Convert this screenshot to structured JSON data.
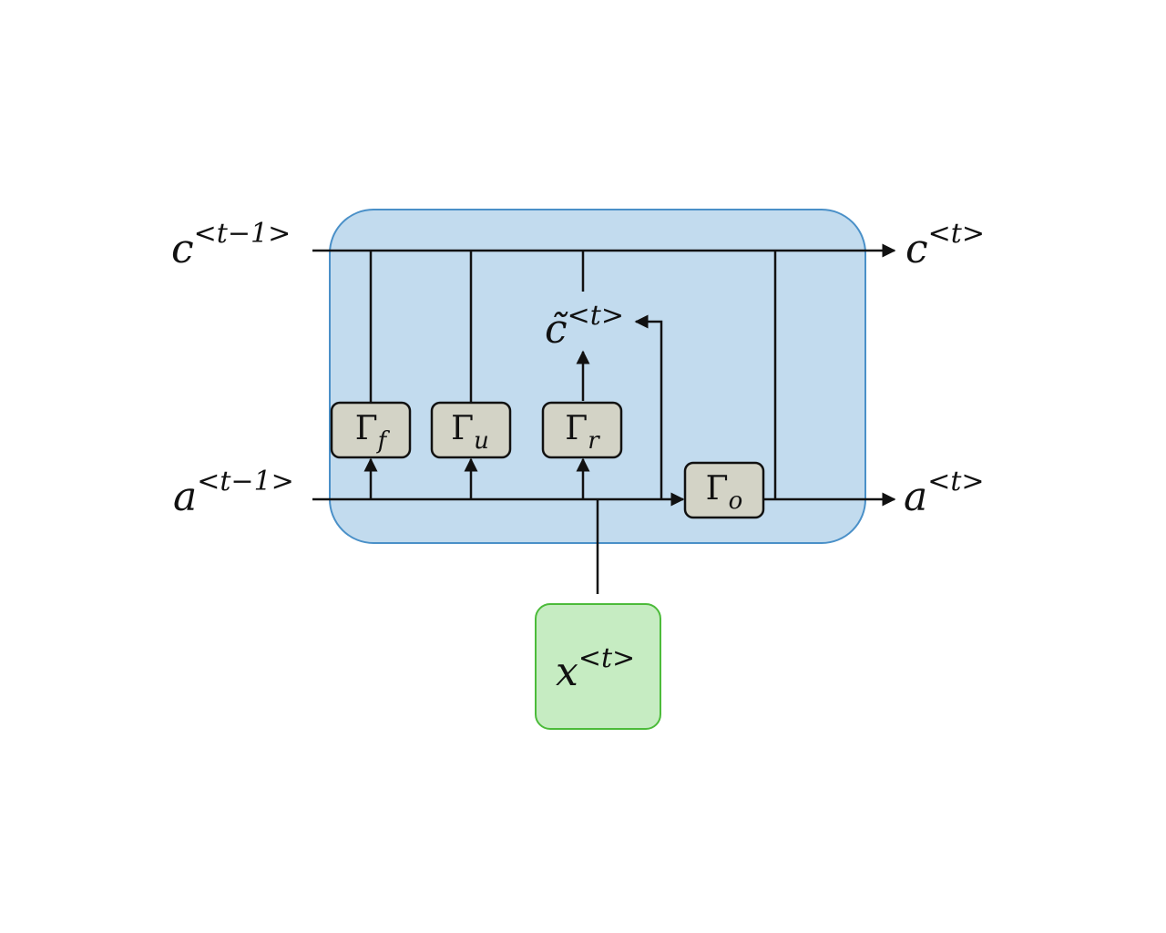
{
  "colors": {
    "cell_fill": "#c2dbee",
    "cell_stroke": "#4a90c8",
    "gate_fill": "#d3d3c6",
    "input_fill": "#c6ecc2",
    "input_stroke": "#4cbb3a",
    "line": "#111111"
  },
  "labels": {
    "c_prev": {
      "base": "c",
      "sup": "<t−1>"
    },
    "a_prev": {
      "base": "a",
      "sup": "<t−1>"
    },
    "c_next": {
      "base": "c",
      "sup": "<t>"
    },
    "a_next": {
      "base": "a",
      "sup": "<t>"
    },
    "c_tilde": {
      "base": "c̃",
      "sup": "<t>"
    },
    "x_input": {
      "base": "x",
      "sup": "<t>"
    }
  },
  "gates": {
    "forget": {
      "symbol": "Γ",
      "sub": "f"
    },
    "update": {
      "symbol": "Γ",
      "sub": "u"
    },
    "relevance": {
      "symbol": "Γ",
      "sub": "r"
    },
    "output": {
      "symbol": "Γ",
      "sub": "o"
    }
  }
}
